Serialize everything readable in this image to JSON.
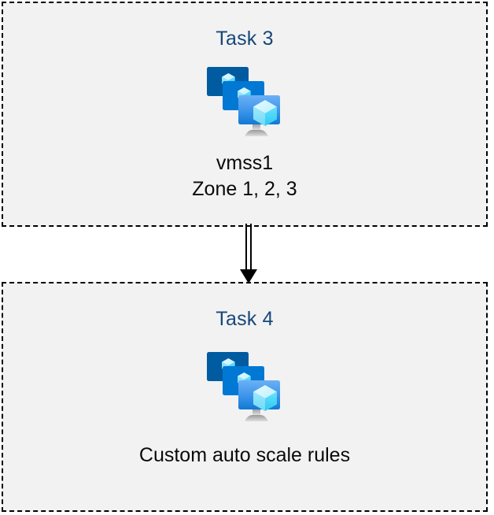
{
  "diagram": {
    "type": "flow-diagram",
    "background_color": "#ffffff",
    "box_fill_color": "#f2f2f2",
    "box_border_color": "#000000",
    "box_border_style": "dashed",
    "title_color": "#17487a",
    "caption_color": "#0a0a0a",
    "connector_color": "#000000",
    "nodes": [
      {
        "id": "task3",
        "title": "Task 3",
        "icon": "azure-vm-scale-set-icon",
        "caption_lines": [
          "vmss1",
          "Zone 1, 2, 3"
        ]
      },
      {
        "id": "task4",
        "title": "Task 4",
        "icon": "azure-vm-scale-set-icon",
        "caption_lines": [
          "Custom auto scale rules"
        ]
      }
    ],
    "connector": {
      "name": "arrow-down",
      "from": "task3",
      "to": "task4",
      "style": "double-line-with-solid-arrowhead"
    },
    "icon_colors": {
      "monitor_back": "#005ba1",
      "monitor_middle": "#0078d4",
      "monitor_front_top": "#5ea0ef",
      "monitor_front_bottom": "#1b8ae2",
      "cube_light": "#c3f1ff",
      "cube_mid": "#50e6ff",
      "cube_dark": "#9cebff",
      "stand": "#b3b3b3"
    }
  }
}
